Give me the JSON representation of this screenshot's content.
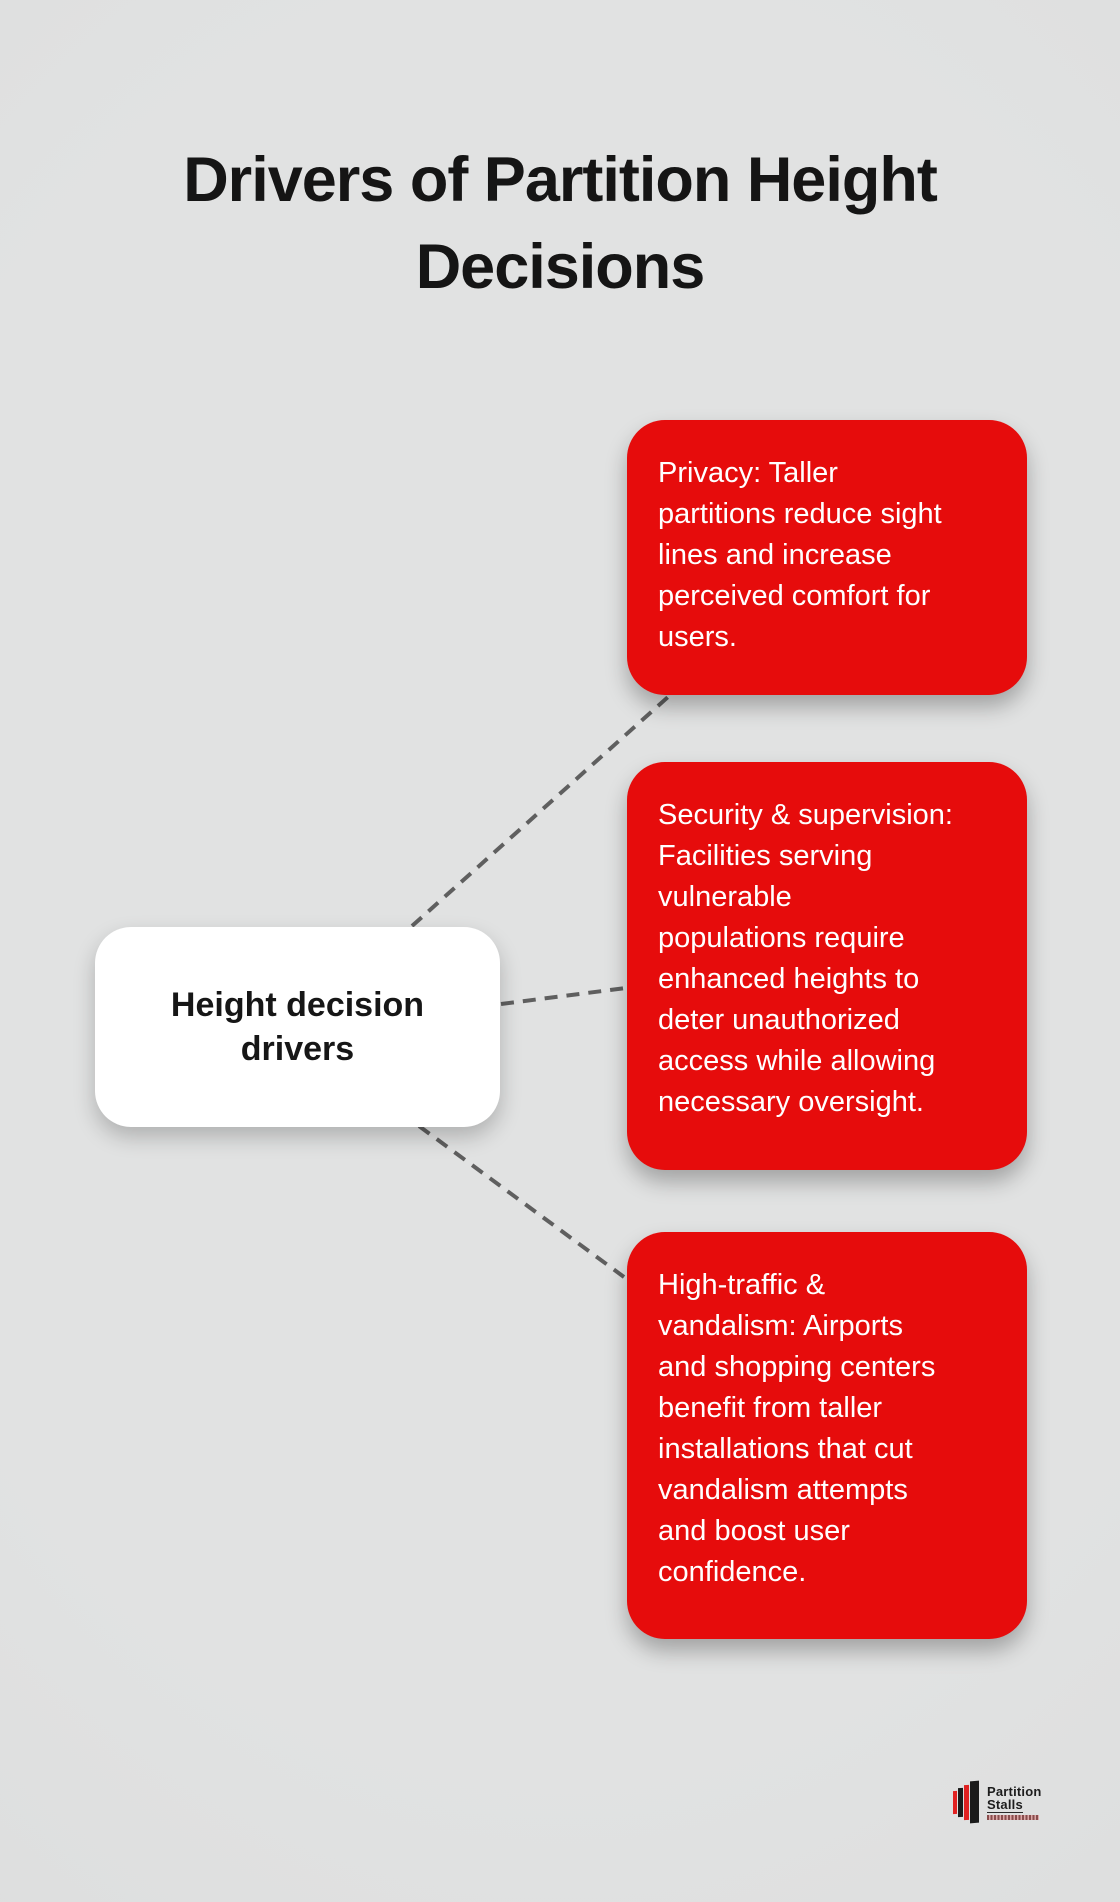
{
  "title": "Drivers of Partition Height\nDecisions",
  "center_node": {
    "label": "Height decision\ndrivers"
  },
  "cards": [
    {
      "text": "Privacy: Taller\npartitions reduce sight\nlines and increase\nperceived comfort for\nusers."
    },
    {
      "text": "Security & supervision:\nFacilities serving\nvulnerable\npopulations require\nenhanced heights to\ndeter unauthorized\naccess while allowing\nnecessary oversight."
    },
    {
      "text": "High-traffic &\nvandalism: Airports\nand shopping centers\nbenefit from taller\ninstallations that cut\nvandalism attempts\nand boost user\nconfidence."
    }
  ],
  "logo": {
    "line1": "Partition",
    "line2": "Stalls"
  },
  "colors": {
    "background": "#dfe0e0",
    "card_red": "#e60c0c",
    "card_text": "#ffffff",
    "center_node_bg": "#ffffff",
    "center_node_text": "#161616",
    "title_text": "#151515",
    "connector_gray": "#5f5f5f",
    "logo_red": "#e02121",
    "logo_black": "#1b1b1b"
  }
}
